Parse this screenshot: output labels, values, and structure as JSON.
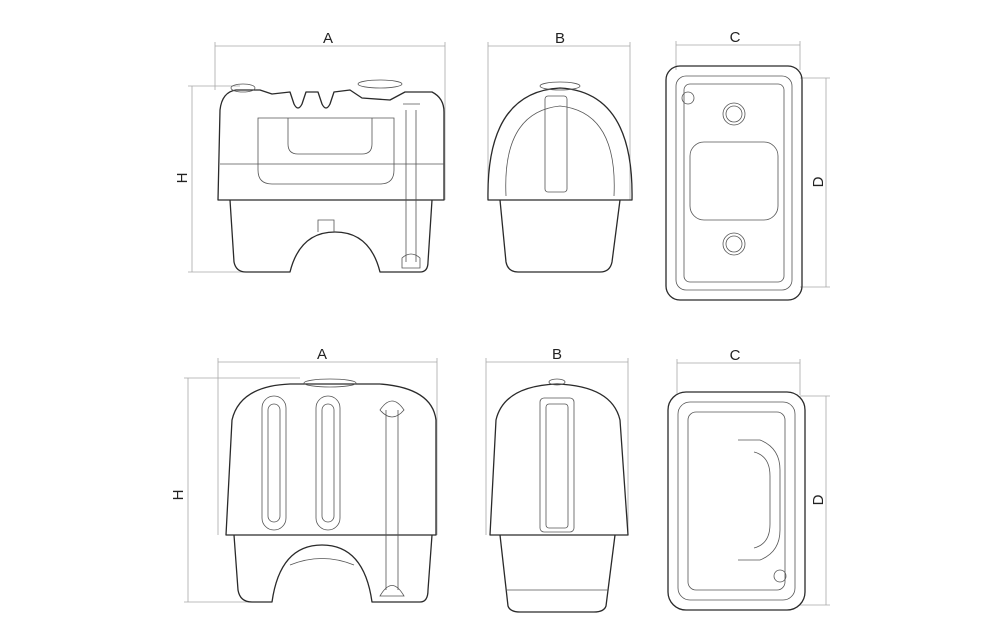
{
  "top_row": {
    "front_view": {
      "width_label": "A",
      "height_label": "H"
    },
    "side_view": {
      "width_label": "B"
    },
    "plan_view": {
      "width_label": "C",
      "depth_label": "D"
    }
  },
  "bottom_row": {
    "front_view": {
      "width_label": "A",
      "height_label": "H"
    },
    "side_view": {
      "width_label": "B"
    },
    "plan_view": {
      "width_label": "C",
      "depth_label": "D"
    }
  }
}
